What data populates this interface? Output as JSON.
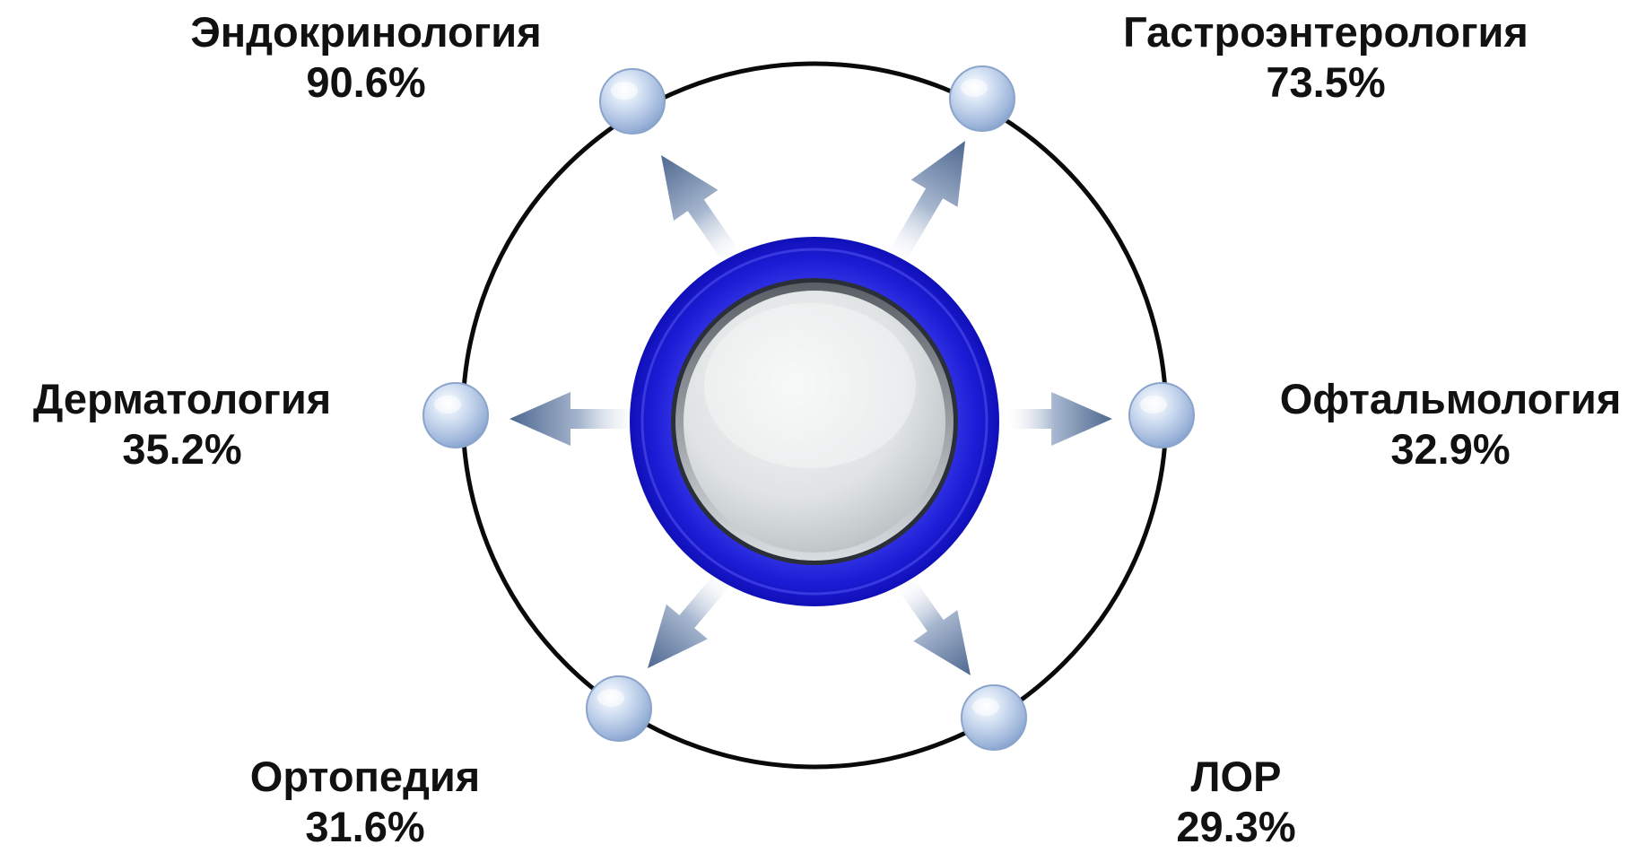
{
  "specialties": [
    {
      "name": "Эндокринология",
      "value": "90.6%"
    },
    {
      "name": "Гастроэнтерология",
      "value": "73.5%"
    },
    {
      "name": "Дерматология",
      "value": "35.2%"
    },
    {
      "name": "Офтальмология",
      "value": "32.9%"
    },
    {
      "name": "Ортопедия",
      "value": "31.6%"
    },
    {
      "name": "ЛОР",
      "value": "29.3%"
    }
  ],
  "colors": {
    "ring": "#0a0a0a",
    "hub_outer": "#1a1ad0",
    "node_fill": "#a9bfe0",
    "arrow": "#4e6890",
    "text": "#111111"
  }
}
